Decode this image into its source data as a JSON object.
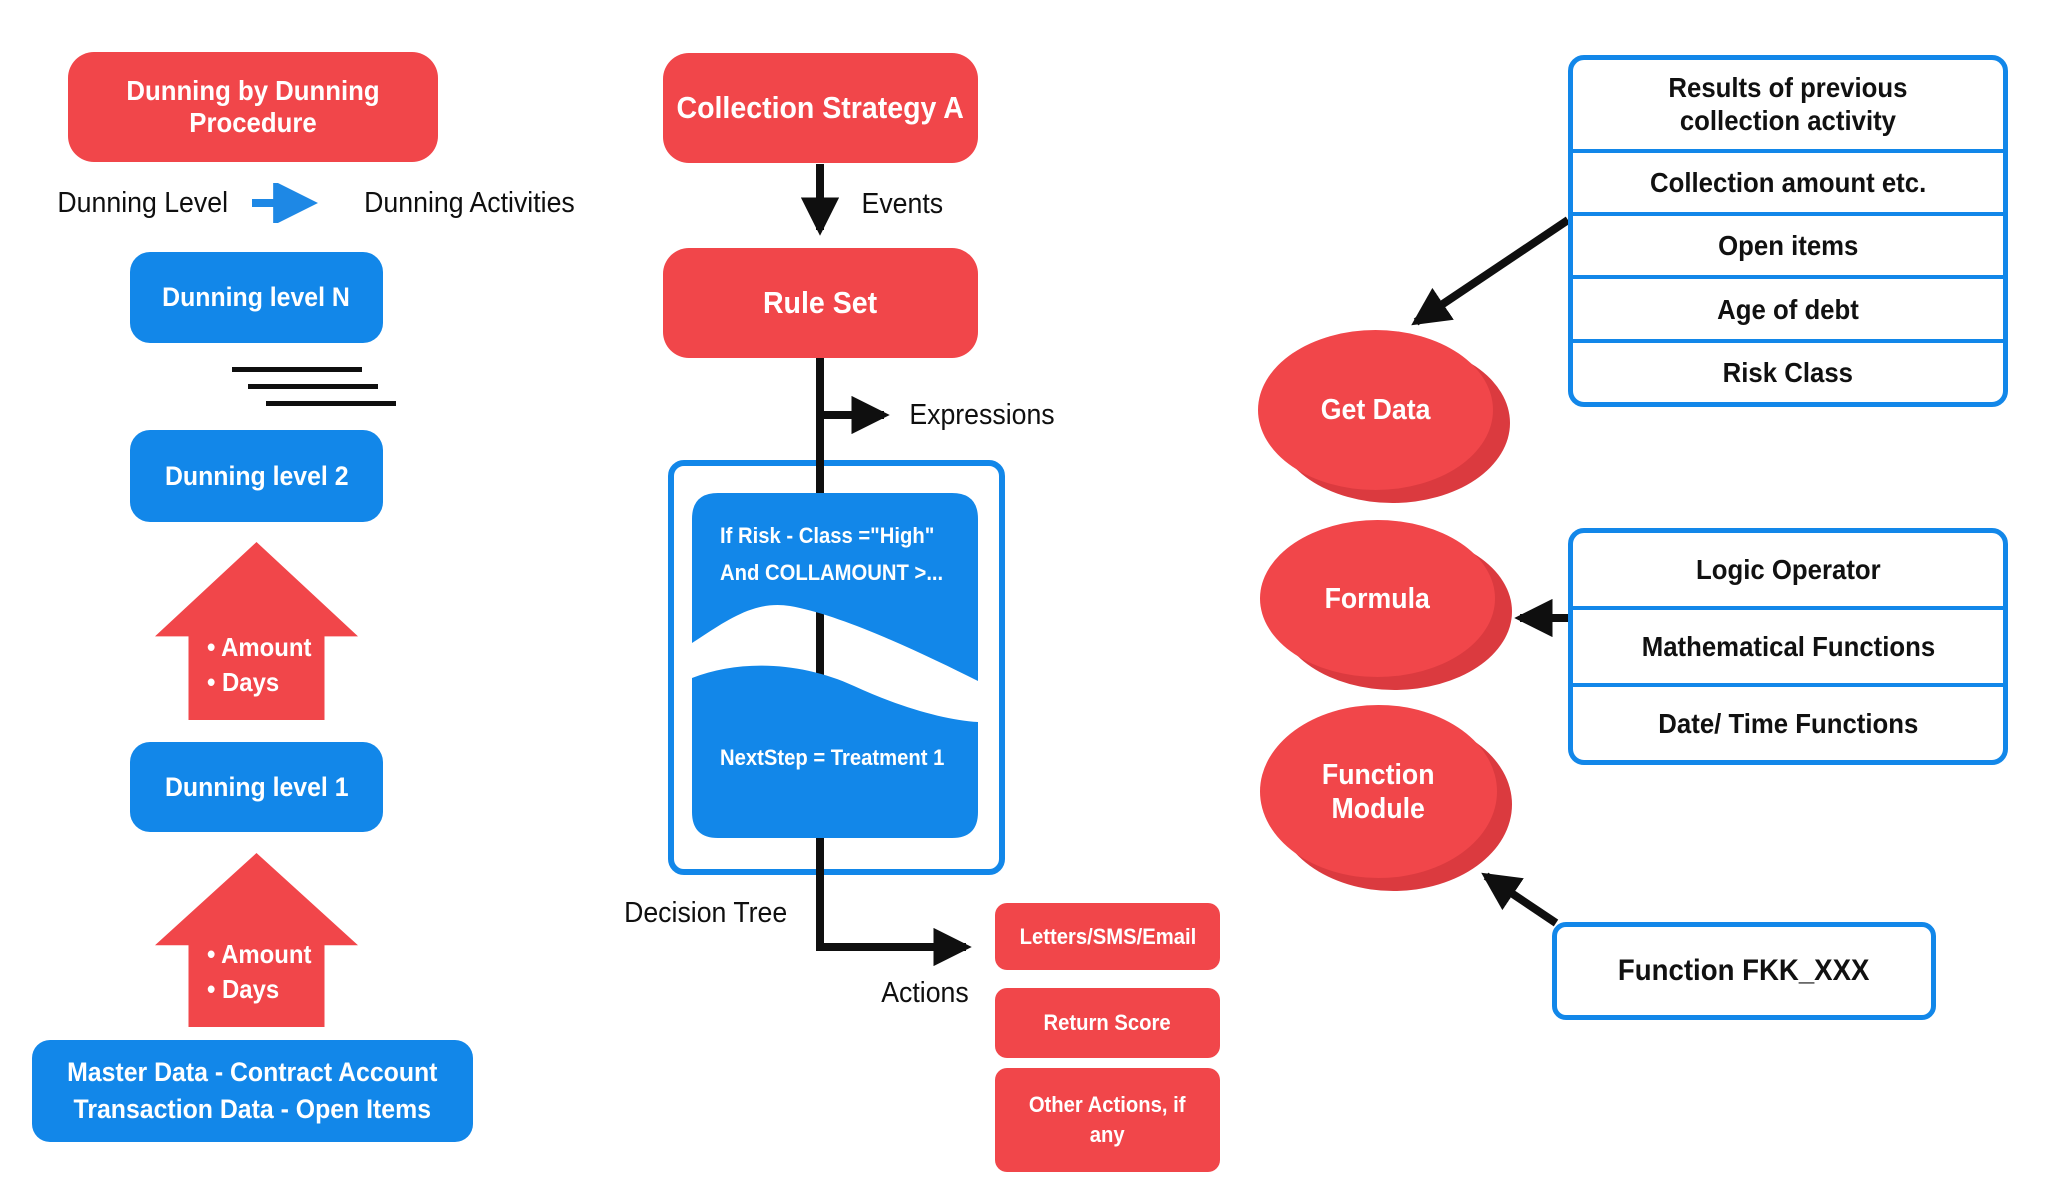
{
  "colors": {
    "red": "#F1464A",
    "red_shadow": "#DB3A3F",
    "blue": "#1287E9",
    "legend_arrow_blue": "#1E88E5",
    "line_black": "#0F0F0F"
  },
  "left": {
    "header": "Dunning by Dunning Procedure",
    "legend": {
      "from": "Dunning Level",
      "to": "Dunning Activities"
    },
    "levels": [
      "Dunning level N",
      "Dunning level 2",
      "Dunning level 1"
    ],
    "escalation_bullets": [
      "• Amount",
      "• Days"
    ],
    "master": "Master Data - Contract Account\nTransaction Data - Open Items"
  },
  "middle": {
    "strategy": "Collection Strategy A",
    "events_label": "Events",
    "rule_set": "Rule Set",
    "expressions_label": "Expressions",
    "decision": {
      "cond1": "If Risk - Class =\"High\"",
      "cond2": "And COLLAMOUNT >...",
      "result": "NextStep = Treatment 1",
      "label": "Decision Tree"
    },
    "actions_label": "Actions",
    "actions": [
      "Letters/SMS/Email",
      "Return Score",
      "Other Actions, if\nany"
    ]
  },
  "right": {
    "inputs": [
      "Results of previous\ncollection activity",
      "Collection amount etc.",
      "Open items",
      "Age of debt",
      "Risk Class"
    ],
    "get_data": "Get Data",
    "formula": "Formula",
    "formula_inputs": [
      "Logic Operator",
      "Mathematical Functions",
      "Date/ Time Functions"
    ],
    "function_module": "Function\nModule",
    "function_box": "Function FKK_XXX"
  }
}
